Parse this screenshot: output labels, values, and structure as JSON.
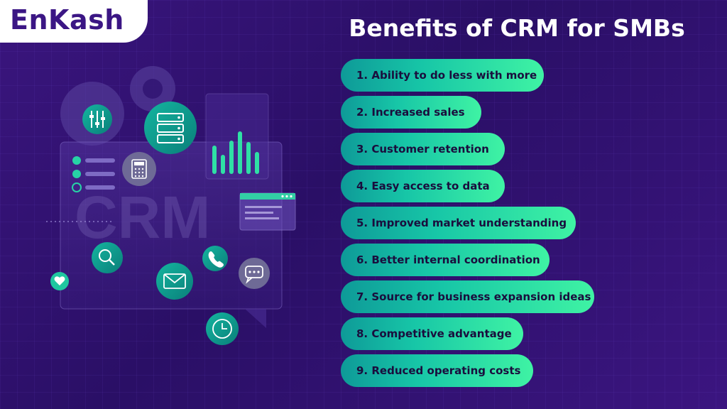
{
  "brand": {
    "logo_text": "EnKash"
  },
  "title": "Benefits of CRM for SMBs",
  "benefits": [
    "1. Ability to do less with more",
    "2. Increased sales",
    "3. Customer retention",
    "4. Easy access to data",
    "5. Improved market understanding",
    "6. Better internal coordination",
    "7. Source for business expansion ideas",
    "8. Competitive advantage",
    "9. Reduced operating costs"
  ],
  "illustration": {
    "watermark_text": "CRM"
  },
  "colors": {
    "background": "#2a0f66",
    "accent_start": "#0e9a98",
    "accent_end": "#3ff3a4",
    "text_dark": "#1a0d3d"
  },
  "icons": [
    "gear-icon",
    "sliders-icon",
    "server-icon",
    "bar-chart-icon",
    "calculator-icon",
    "checklist-icon",
    "browser-window-icon",
    "search-icon",
    "phone-icon",
    "mail-icon",
    "chat-icon",
    "heart-icon",
    "clock-icon"
  ]
}
